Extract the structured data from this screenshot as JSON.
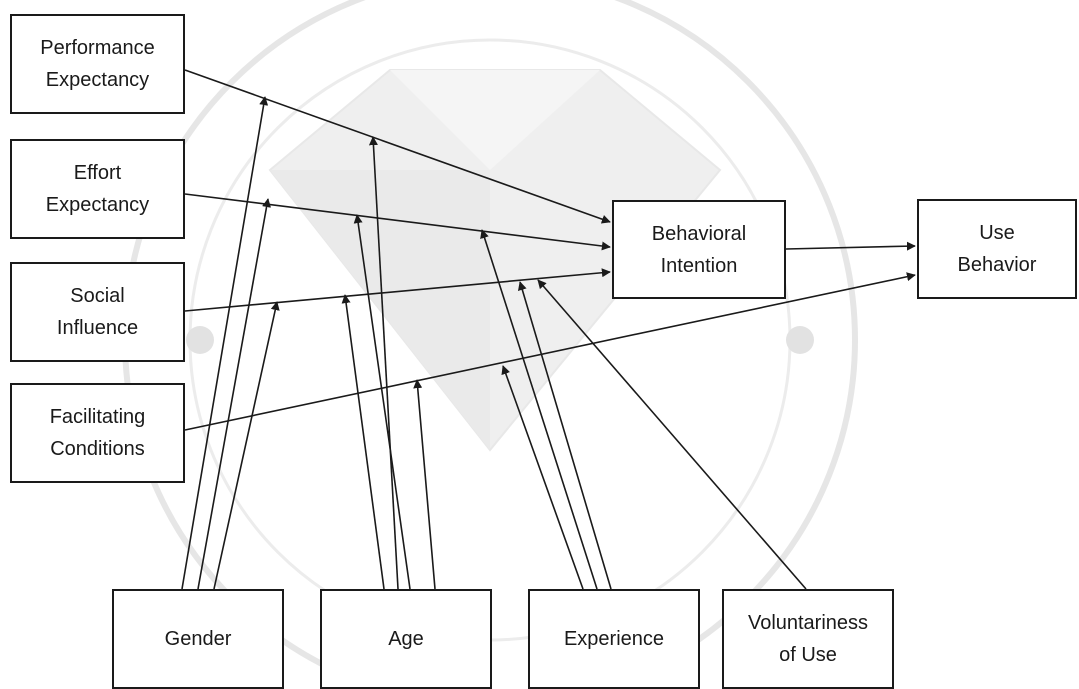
{
  "diagram": {
    "constructs": {
      "performance_expectancy": "Performance\nExpectancy",
      "effort_expectancy": "Effort\nExpectancy",
      "social_influence": "Social\nInfluence",
      "facilitating_conditions": "Facilitating\nConditions"
    },
    "outcomes": {
      "behavioral_intention": "Behavioral\nIntention",
      "use_behavior": "Use\nBehavior"
    },
    "moderators": {
      "gender": "Gender",
      "age": "Age",
      "experience": "Experience",
      "voluntariness": "Voluntariness\nof Use"
    },
    "relationships": [
      {
        "from": "performance_expectancy",
        "to": "behavioral_intention",
        "moderated_by": [
          "gender",
          "age"
        ]
      },
      {
        "from": "effort_expectancy",
        "to": "behavioral_intention",
        "moderated_by": [
          "gender",
          "age",
          "experience"
        ]
      },
      {
        "from": "social_influence",
        "to": "behavioral_intention",
        "moderated_by": [
          "gender",
          "age",
          "experience",
          "voluntariness"
        ]
      },
      {
        "from": "facilitating_conditions",
        "to": "use_behavior",
        "moderated_by": [
          "age",
          "experience"
        ]
      },
      {
        "from": "behavioral_intention",
        "to": "use_behavior",
        "moderated_by": []
      }
    ],
    "colors": {
      "line": "#1a1a1a",
      "watermark": "#d9d9d9"
    }
  }
}
